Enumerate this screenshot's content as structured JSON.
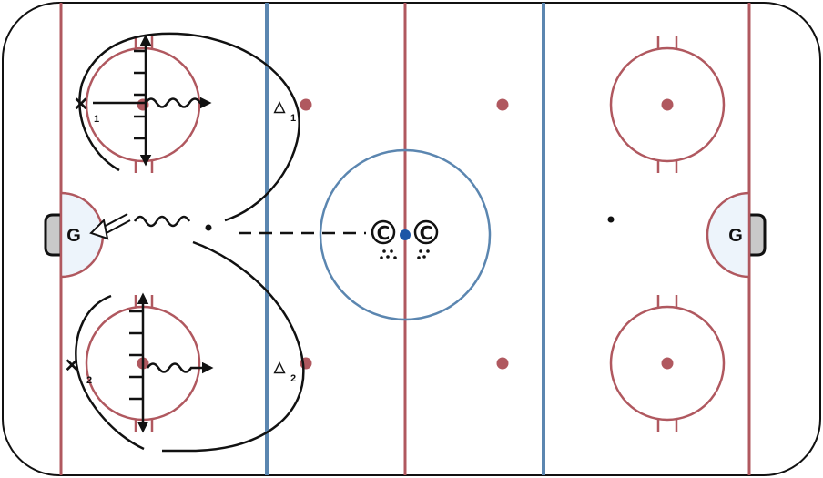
{
  "colors": {
    "red_line": "#b0585f",
    "blue_line": "#5b86b0",
    "board": "#111111",
    "crease": "#edf4fb",
    "net": "#c9c9c9",
    "center_dot": "#1c56a6",
    "drill_line": "#111111"
  },
  "goalies": {
    "left": {
      "label": "G"
    },
    "right": {
      "label": "G"
    }
  },
  "centers": {
    "left": {
      "label": "C"
    },
    "right": {
      "label": "C"
    }
  },
  "skaters": {
    "x1": {
      "label": "✕",
      "number": "1"
    },
    "x2": {
      "label": "✕",
      "number": "2"
    },
    "t1": {
      "label": "△",
      "number": "1"
    },
    "t2": {
      "label": "△",
      "number": "2"
    }
  },
  "icons": {
    "puck": "puck-icon",
    "skate_arrow": "arrow-icon",
    "pass_arrow": "double-arrow-icon",
    "stickhandle": "wavy-line-icon"
  }
}
